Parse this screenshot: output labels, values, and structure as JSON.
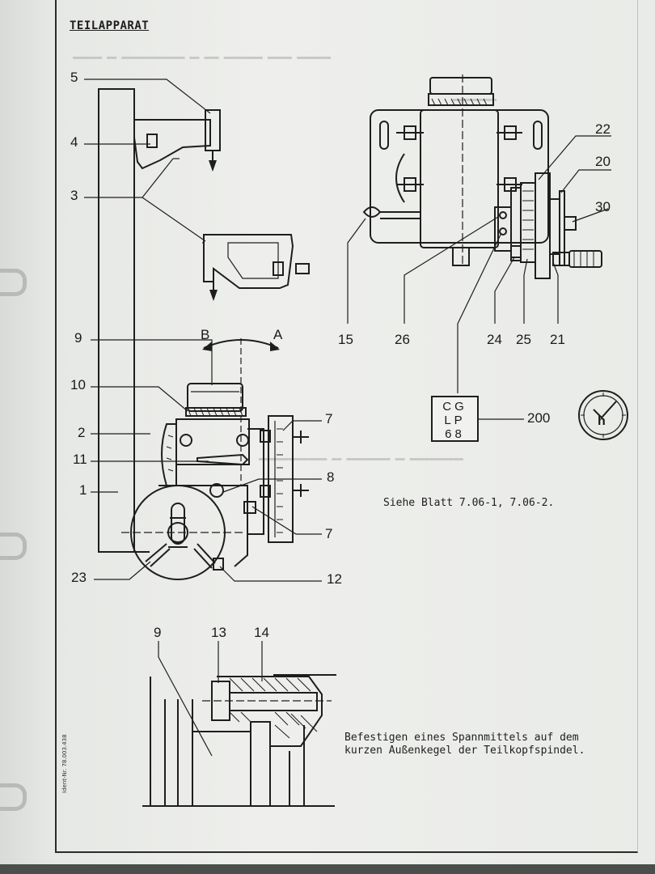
{
  "document": {
    "title": "TEILAPPARAT",
    "ident": "Ident-Nr. 78.003.438"
  },
  "callouts": {
    "c5": "5",
    "c4": "4",
    "c3": "3",
    "c9": "9",
    "c10": "10",
    "c2": "2",
    "c11": "11",
    "c1": "1",
    "c23": "23",
    "c7a": "7",
    "c8": "8",
    "c7b": "7",
    "c12": "12",
    "cB": "B",
    "cA": "A",
    "c22": "22",
    "c20": "20",
    "c30": "30",
    "c15": "15",
    "c26": "26",
    "c24": "24",
    "c25": "25",
    "c21": "21",
    "c200": "200",
    "c9b": "9",
    "c13": "13",
    "c14": "14"
  },
  "code_box": {
    "line1": "CG",
    "line2": "LP",
    "line3": "68"
  },
  "clock_symbol_letter": "h",
  "reference_text": "Siehe Blatt 7.06-1, 7.06-2.",
  "caption": {
    "line1": "Befestigen eines Spannmittels auf dem",
    "line2": "kurzen Außenkegel der Teilkopfspindel."
  }
}
